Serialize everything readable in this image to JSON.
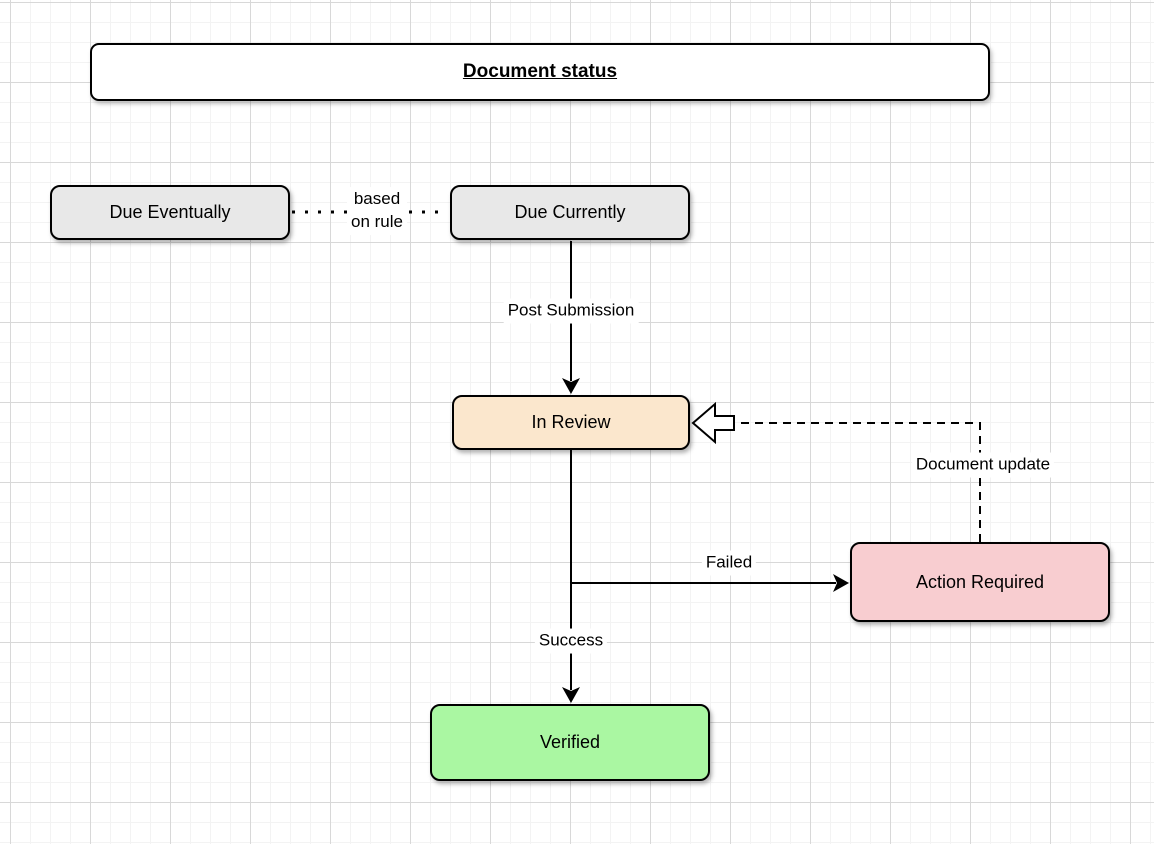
{
  "colors": {
    "background": "#ffffff",
    "grid_minor": "#f3f3f3",
    "grid_major": "#d8d8d8",
    "stroke": "#000000",
    "label_background": "#ffffff"
  },
  "diagram": {
    "title": "Document status",
    "nodes": {
      "due_eventually": {
        "label": "Due Eventually",
        "fill": "#e8e8e8"
      },
      "due_currently": {
        "label": "Due Currently",
        "fill": "#e8e8e8"
      },
      "in_review": {
        "label": "In Review",
        "fill": "#fbe7cd"
      },
      "action_required": {
        "label": "Action Required",
        "fill": "#f8cdd0"
      },
      "verified": {
        "label": "Verified",
        "fill": "#aaf7a2"
      }
    },
    "edge_labels": {
      "based_on_rule": "based\non rule",
      "post_submission": "Post Submission",
      "document_update": "Document update",
      "failed": "Failed",
      "success": "Success"
    }
  }
}
